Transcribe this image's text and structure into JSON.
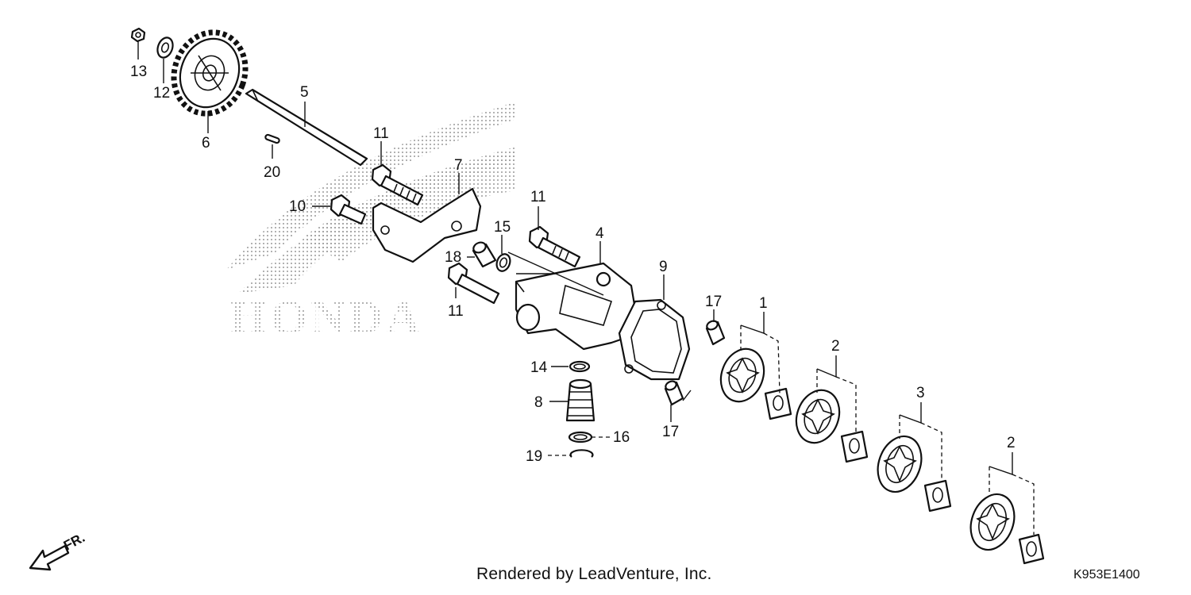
{
  "footer": {
    "render_credit": "Rendered by LeadVenture, Inc.",
    "diagram_code": "K953E1400"
  },
  "watermark": {
    "brand": "HONDA"
  },
  "direction_indicator": {
    "label": "FR."
  },
  "callouts": [
    {
      "id": "c13",
      "label": "13"
    },
    {
      "id": "c12",
      "label": "12"
    },
    {
      "id": "c6",
      "label": "6"
    },
    {
      "id": "c5",
      "label": "5"
    },
    {
      "id": "c20",
      "label": "20"
    },
    {
      "id": "c11a",
      "label": "11"
    },
    {
      "id": "c7",
      "label": "7"
    },
    {
      "id": "c10",
      "label": "10"
    },
    {
      "id": "c11b",
      "label": "11"
    },
    {
      "id": "c15",
      "label": "15"
    },
    {
      "id": "c4",
      "label": "4"
    },
    {
      "id": "c18",
      "label": "18"
    },
    {
      "id": "c11c",
      "label": "11"
    },
    {
      "id": "c9",
      "label": "9"
    },
    {
      "id": "c17a",
      "label": "17"
    },
    {
      "id": "c1",
      "label": "1"
    },
    {
      "id": "c2a",
      "label": "2"
    },
    {
      "id": "c14",
      "label": "14"
    },
    {
      "id": "c8",
      "label": "8"
    },
    {
      "id": "c3",
      "label": "3"
    },
    {
      "id": "c16",
      "label": "16"
    },
    {
      "id": "c17b",
      "label": "17"
    },
    {
      "id": "c19",
      "label": "19"
    },
    {
      "id": "c2b",
      "label": "2"
    }
  ]
}
